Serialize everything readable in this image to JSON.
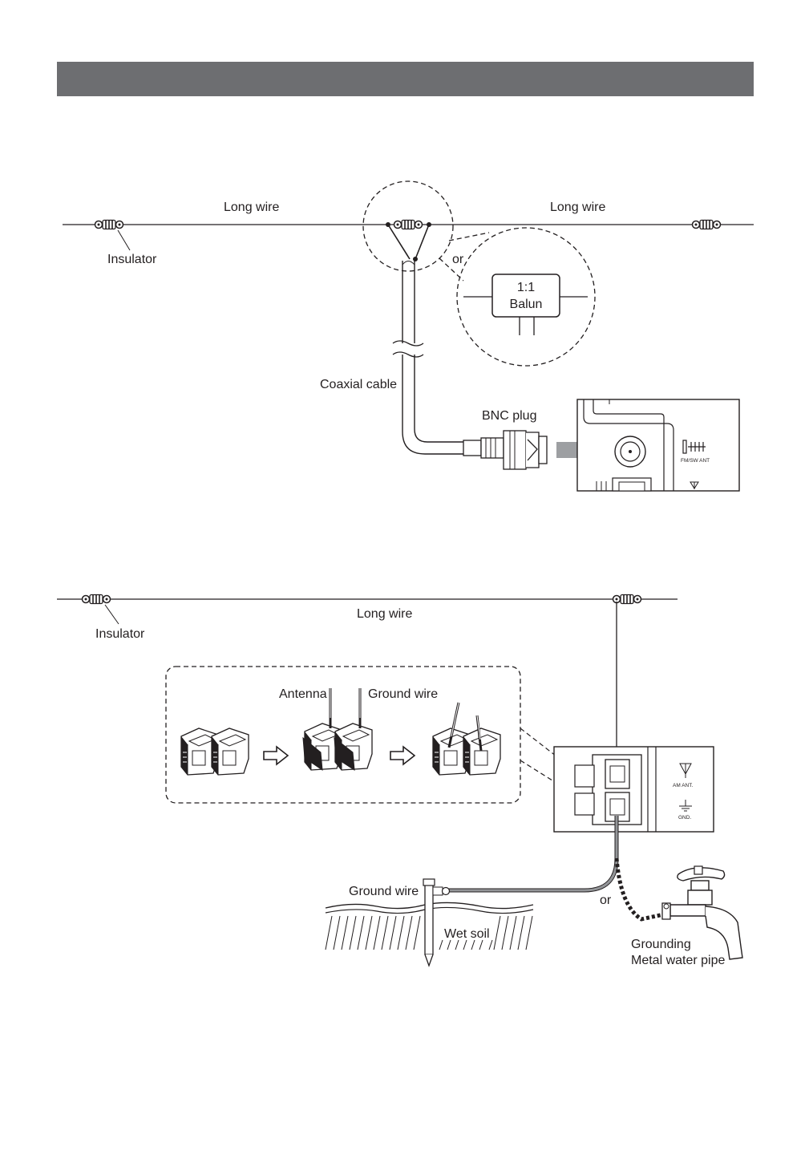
{
  "header": {
    "title": ""
  },
  "diagram1": {
    "long_wire_left": "Long wire",
    "long_wire_right": "Long wire",
    "insulator": "Insulator",
    "or": "or",
    "balun_ratio": "1:1",
    "balun_label": "Balun",
    "coaxial_cable": "Coaxial cable",
    "bnc_plug": "BNC plug",
    "terminal_label": "FM/SW ANT"
  },
  "diagram2": {
    "long_wire": "Long wire",
    "insulator": "Insulator",
    "antenna": "Antenna",
    "ground_wire_inset": "Ground wire",
    "am_ant": "AM ANT.",
    "gnd": "GND.",
    "ground_wire": "Ground wire",
    "wet_soil": "Wet soil",
    "or": "or",
    "grounding": "Grounding",
    "metal_water_pipe": "Metal water pipe"
  }
}
